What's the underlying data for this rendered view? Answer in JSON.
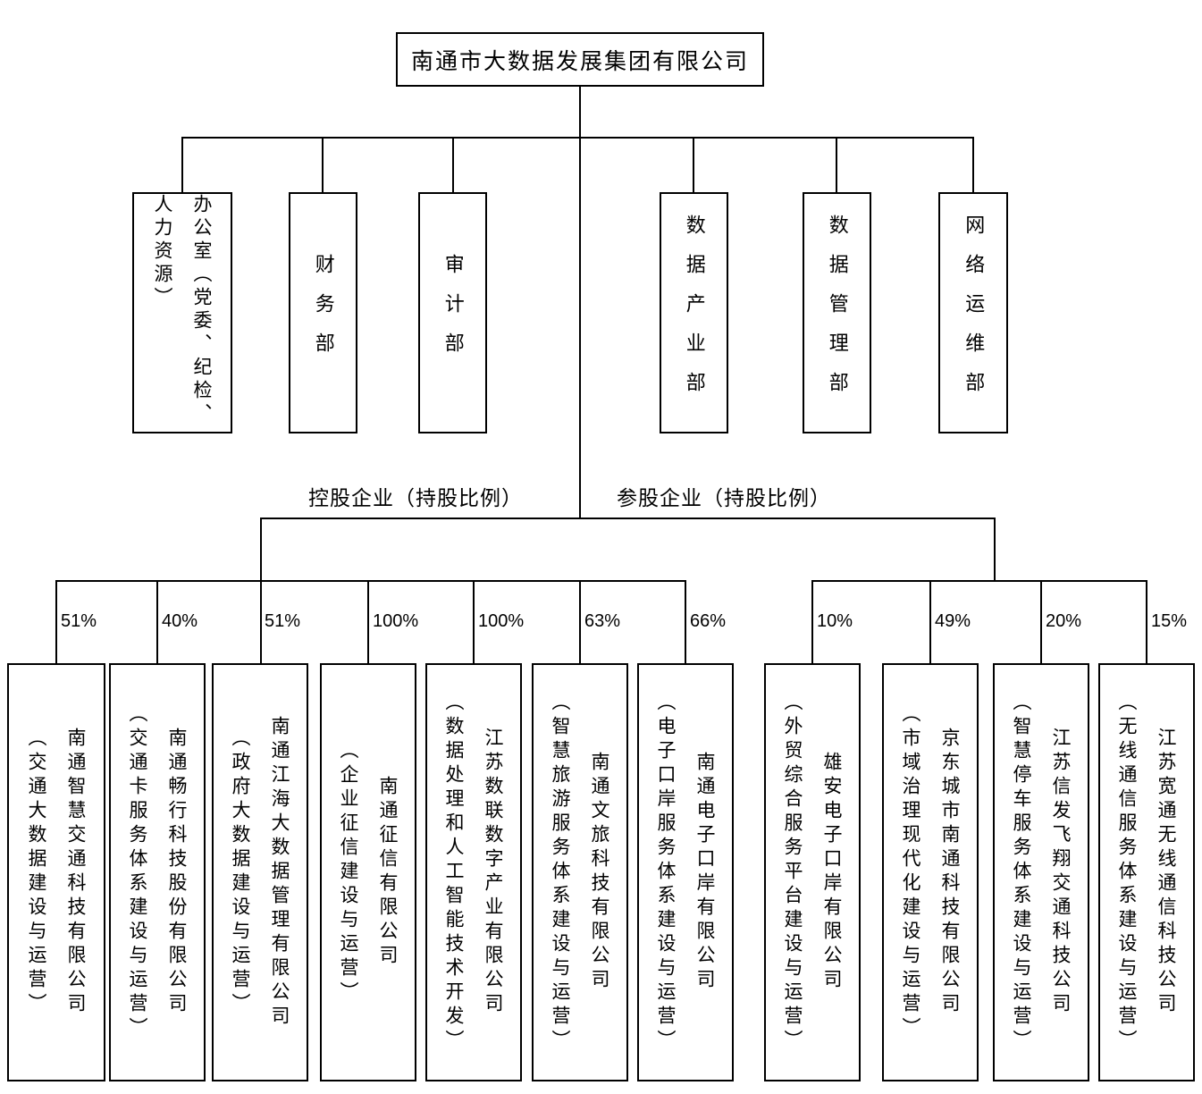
{
  "root": {
    "name": "南通市大数据发展集团有限公司"
  },
  "departments": [
    {
      "label": "办公室（党委、纪检、\n人力资源）"
    },
    {
      "label": "财务部"
    },
    {
      "label": "审计部"
    },
    {
      "label": "数据产业部"
    },
    {
      "label": "数据管理部"
    },
    {
      "label": "网络运维部"
    }
  ],
  "groups": {
    "holding_label": "控股企业（持股比例）",
    "participation_label": "参股企业（持股比例）"
  },
  "holding_companies": [
    {
      "percent": "51%",
      "name": "南通智慧交通科技有限公司",
      "scope": "（交通大数据建设与运营）"
    },
    {
      "percent": "40%",
      "name": "南通畅行科技股份有限公司",
      "scope": "（交通卡服务体系建设与运营）"
    },
    {
      "percent": "51%",
      "name": "南通江海大数据管理有限公司",
      "scope": "（政府大数据建设与运营）"
    },
    {
      "percent": "100%",
      "name": "南通征信有限公司",
      "scope": "（企业征信建设与运营）"
    },
    {
      "percent": "100%",
      "name": "江苏数联数字产业有限公司",
      "scope": "（数据处理和人工智能技术开发）"
    },
    {
      "percent": "63%",
      "name": "南通文旅科技有限公司",
      "scope": "（智慧旅游服务体系建设与运营）"
    },
    {
      "percent": "66%",
      "name": "南通电子口岸有限公司",
      "scope": "（电子口岸服务体系建设与运营）"
    }
  ],
  "participation_companies": [
    {
      "percent": "10%",
      "name": "雄安电子口岸有限公司",
      "scope": "（外贸综合服务平台建设与运营）"
    },
    {
      "percent": "49%",
      "name": "京东城市南通科技有限公司",
      "scope": "（市域治理现代化建设与运营）"
    },
    {
      "percent": "20%",
      "name": "江苏信发飞翔交通科技公司",
      "scope": "（智慧停车服务体系建设与运营）"
    },
    {
      "percent": "15%",
      "name": "江苏宽通无线通信科技公司",
      "scope": "（无线通信服务体系建设与运营）"
    }
  ],
  "colors": {
    "line": "#000000",
    "border": "#000000",
    "background": "#ffffff",
    "text": "#000000"
  }
}
